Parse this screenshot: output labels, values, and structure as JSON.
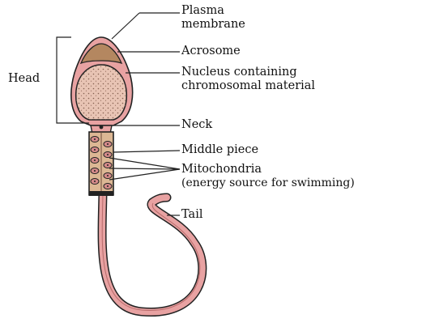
{
  "labels": {
    "plasma_membrane": [
      "Plasma",
      "membrane"
    ],
    "acrosome": "Acrosome",
    "nucleus": [
      "Nucleus containing",
      "chromosomal material"
    ],
    "head": "Head",
    "neck": "Neck",
    "middle_piece": "Middle piece",
    "mitochondria": [
      "Mitochondria",
      "(energy source for swimming)"
    ],
    "tail": "Tail"
  },
  "colors": {
    "membrane_pink": "#e8a2a2",
    "acrosome_brown": "#b48760",
    "nucleus_fill": "#e8c4b4",
    "middle_piece_tan": "#dcb794",
    "outline": "#222222",
    "mitochondria_pink": "#d58a8a"
  }
}
